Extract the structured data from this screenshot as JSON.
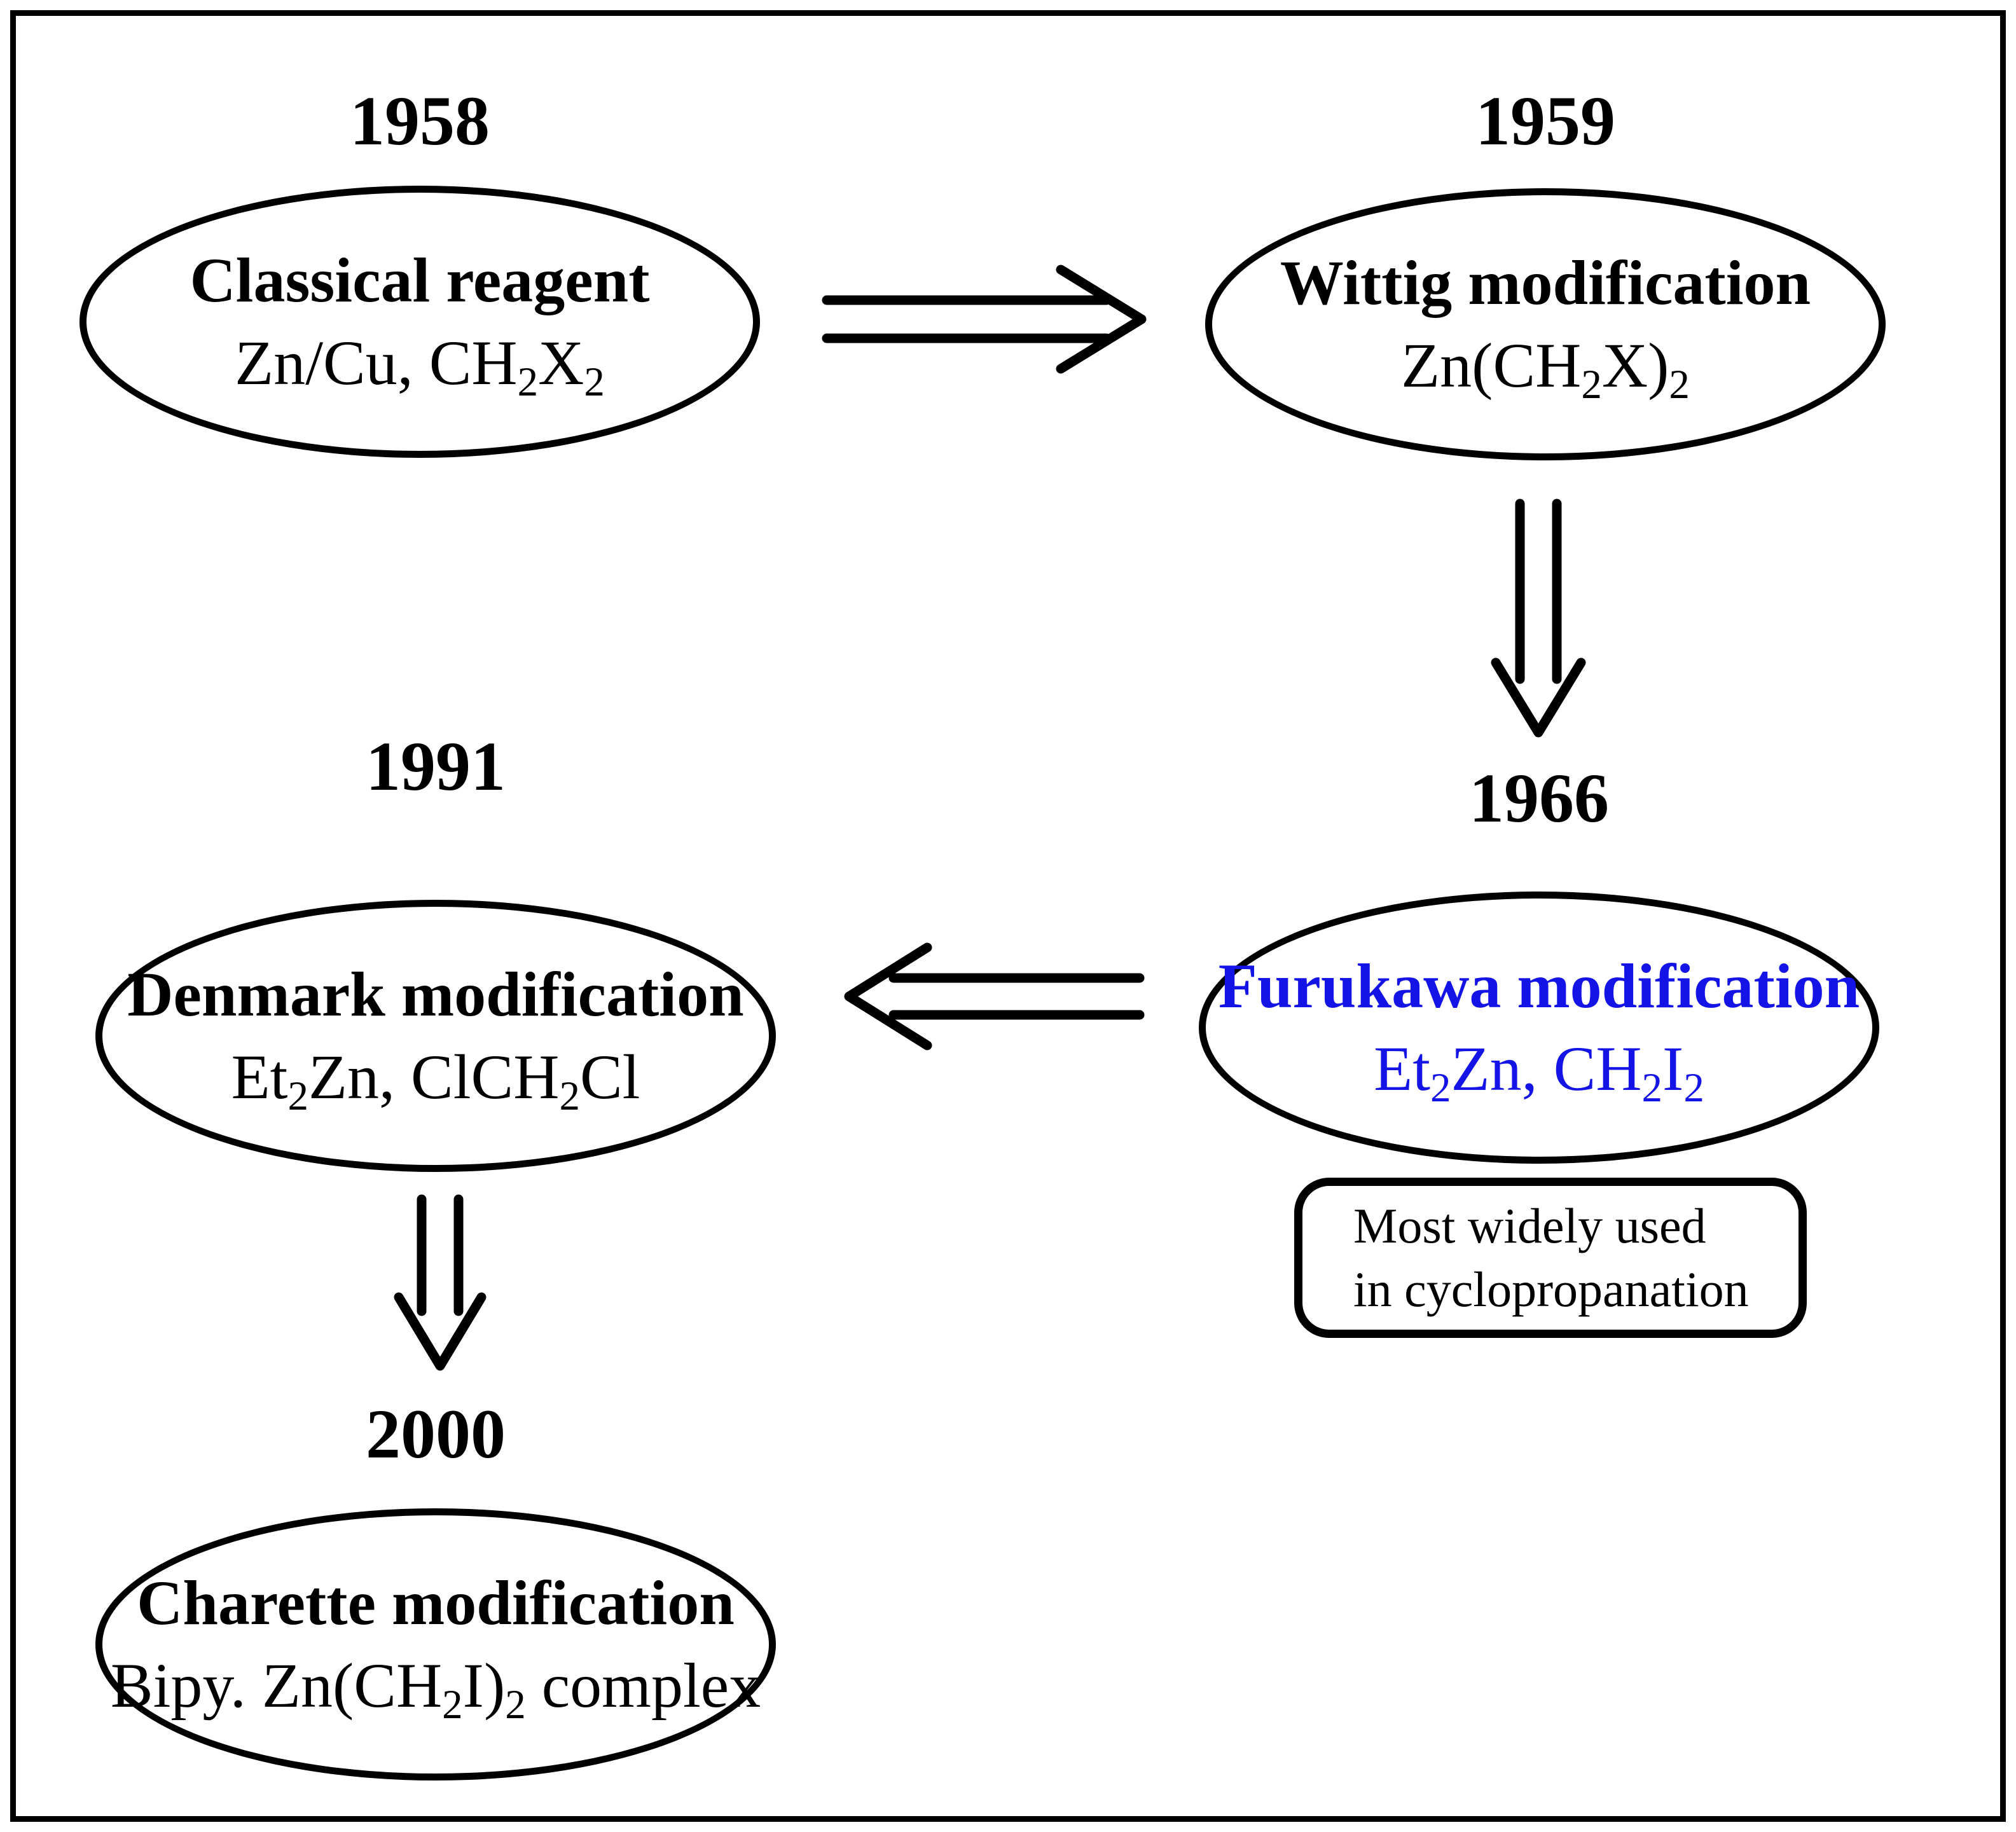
{
  "diagram": {
    "background": "#ffffff",
    "line_color": "#000000",
    "accent_blue": "#1414e6",
    "nodes": [
      {
        "year": "1958",
        "title": "Classical reagent",
        "color": "#000000",
        "formula": [
          {
            "t": "Zn/Cu, CH"
          },
          {
            "t": "2",
            "sub": true
          },
          {
            "t": "X"
          },
          {
            "t": "2",
            "sub": true
          }
        ]
      },
      {
        "year": "1959",
        "title": "Wittig modification",
        "color": "#000000",
        "formula": [
          {
            "t": "Zn(CH"
          },
          {
            "t": "2",
            "sub": true
          },
          {
            "t": "X)"
          },
          {
            "t": "2",
            "sub": true
          }
        ]
      },
      {
        "year": "1966",
        "title": "Furukawa modification",
        "color": "#1414e6",
        "formula": [
          {
            "t": "Et"
          },
          {
            "t": "2",
            "sub": true
          },
          {
            "t": "Zn, CH"
          },
          {
            "t": "2",
            "sub": true
          },
          {
            "t": "I"
          },
          {
            "t": "2",
            "sub": true
          }
        ]
      },
      {
        "year": "1991",
        "title": "Denmark modification",
        "color": "#000000",
        "formula": [
          {
            "t": "Et"
          },
          {
            "t": "2",
            "sub": true
          },
          {
            "t": "Zn, ClCH"
          },
          {
            "t": "2",
            "sub": true
          },
          {
            "t": "Cl"
          }
        ]
      },
      {
        "year": "2000",
        "title": "Charette modification",
        "color": "#000000",
        "formula": [
          {
            "t": "Bipy. Zn(CH"
          },
          {
            "t": "2",
            "sub": true
          },
          {
            "t": "I)"
          },
          {
            "t": "2",
            "sub": true
          },
          {
            "t": " complex"
          }
        ]
      }
    ],
    "note": {
      "lines": [
        "Most widely used",
        "in cyclopropanation"
      ]
    }
  }
}
